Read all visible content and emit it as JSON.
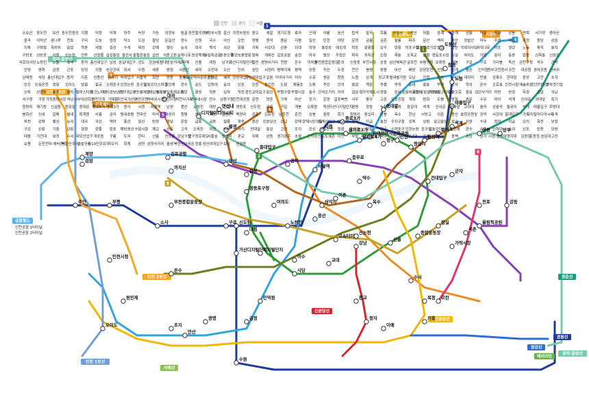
{
  "lines": [
    {
      "id": "1",
      "color": "#1e3a9a"
    },
    {
      "id": "2",
      "color": "#2e9c3a"
    },
    {
      "id": "3",
      "color": "#f08a1e"
    },
    {
      "id": "4",
      "color": "#31a4dd"
    },
    {
      "id": "5",
      "color": "#8a3dba"
    },
    {
      "id": "6",
      "color": "#b5651d"
    },
    {
      "id": "7",
      "color": "#6e7e1e"
    },
    {
      "id": "8",
      "color": "#e0336f"
    },
    {
      "id": "9",
      "color": "#c9a227"
    },
    {
      "id": "gyeongui",
      "color": "#76c9b0"
    },
    {
      "id": "airport",
      "color": "#5ab4e6"
    },
    {
      "id": "gyeongchun",
      "color": "#1f9c80"
    },
    {
      "id": "suin",
      "color": "#f2b705"
    },
    {
      "id": "uijeongbu",
      "color": "#f7941d"
    },
    {
      "id": "gyeonggang",
      "color": "#2e6fd6"
    },
    {
      "id": "incheon1",
      "color": "#6f9ed8"
    },
    {
      "id": "incheon2",
      "color": "#f5a623"
    },
    {
      "id": "sinbundang",
      "color": "#d7262b"
    },
    {
      "id": "ui",
      "color": "#b7c452"
    }
  ],
  "line_tags": [
    {
      "id": "tag-gyeongui",
      "text": "경의·중앙선",
      "color": "#76c9b0"
    },
    {
      "id": "tag-incheon2",
      "text": "인천 2호선",
      "color": "#f5a623"
    },
    {
      "id": "tag-gimpo",
      "text": "김포골드",
      "color": "#c8872a"
    },
    {
      "id": "tag-suin",
      "text": "수인분당",
      "color": "#f2b705"
    },
    {
      "id": "tag-uijeongbu",
      "text": "의정부",
      "color": "#f7941d"
    },
    {
      "id": "tag-airport",
      "text": "공항철도",
      "color": "#5ab4e6"
    },
    {
      "id": "tag-incheon1",
      "text": "인천 1호선",
      "color": "#6f9ed8"
    },
    {
      "id": "tag-gyeongchun",
      "text": "경춘선",
      "color": "#1f9c80"
    },
    {
      "id": "tag-gyeongui-bottom",
      "text": "경의·중앙선",
      "color": "#76c9b0"
    },
    {
      "id": "tag-gyeonggang",
      "text": "경강선",
      "color": "#2e6fd6"
    },
    {
      "id": "tag-sinbundang",
      "text": "신분당선",
      "color": "#d7262b"
    },
    {
      "id": "tag-suin-bottom",
      "text": "수인분당선",
      "color": "#f2b705"
    },
    {
      "id": "tag-incheon2-bottom",
      "text": "인천 2호선",
      "color": "#f5a623"
    },
    {
      "id": "tag-seohae",
      "text": "서해선",
      "color": "#8bc34a"
    },
    {
      "id": "tag-yongin",
      "text": "에버라인",
      "color": "#6ab04c"
    },
    {
      "id": "tag-line1-end",
      "text": "경원선",
      "color": "#1e3a9a"
    }
  ],
  "stations_transfer": [
    {
      "name": "서울역"
    },
    {
      "name": "시청"
    },
    {
      "name": "종로3가"
    },
    {
      "name": "동대문"
    },
    {
      "name": "동대문역사문화공원"
    },
    {
      "name": "을지로3가"
    },
    {
      "name": "을지로4가"
    },
    {
      "name": "충무로"
    },
    {
      "name": "약수"
    },
    {
      "name": "왕십리"
    },
    {
      "name": "청구"
    },
    {
      "name": "신당"
    },
    {
      "name": "건대입구"
    },
    {
      "name": "군자"
    },
    {
      "name": "잠실"
    },
    {
      "name": "종합운동장"
    },
    {
      "name": "선릉"
    },
    {
      "name": "강남"
    },
    {
      "name": "교대"
    },
    {
      "name": "사당"
    },
    {
      "name": "고속터미널"
    },
    {
      "name": "신논현"
    },
    {
      "name": "노량진"
    },
    {
      "name": "여의도"
    },
    {
      "name": "김포공항"
    },
    {
      "name": "홍대입구"
    },
    {
      "name": "공덕"
    },
    {
      "name": "합정"
    },
    {
      "name": "대림"
    },
    {
      "name": "신도림"
    },
    {
      "name": "가산디지털단지"
    },
    {
      "name": "금정"
    },
    {
      "name": "수원"
    },
    {
      "name": "구로"
    },
    {
      "name": "부평"
    },
    {
      "name": "주안"
    },
    {
      "name": "소사"
    },
    {
      "name": "부천종합운동장"
    },
    {
      "name": "연신내"
    },
    {
      "name": "불광"
    },
    {
      "name": "도봉산"
    },
    {
      "name": "창동"
    },
    {
      "name": "노원"
    },
    {
      "name": "태릉입구"
    },
    {
      "name": "석계"
    },
    {
      "name": "회기"
    },
    {
      "name": "청량리"
    },
    {
      "name": "상봉"
    },
    {
      "name": "망우"
    },
    {
      "name": "천호"
    },
    {
      "name": "강동"
    },
    {
      "name": "올림픽공원"
    },
    {
      "name": "복정"
    },
    {
      "name": "모란"
    },
    {
      "name": "수서"
    },
    {
      "name": "가락시장"
    },
    {
      "name": "석촌"
    },
    {
      "name": "이수"
    },
    {
      "name": "디지털미디어시티"
    },
    {
      "name": "대곡"
    },
    {
      "name": "계양"
    },
    {
      "name": "디지털단지"
    },
    {
      "name": "당산"
    },
    {
      "name": "영등포구청"
    },
    {
      "name": "까치산"
    },
    {
      "name": "온수"
    },
    {
      "name": "용산"
    },
    {
      "name": "삼각지"
    },
    {
      "name": "이촌"
    },
    {
      "name": "옥수"
    },
    {
      "name": "정자"
    },
    {
      "name": "판교"
    },
    {
      "name": "이매"
    },
    {
      "name": "인덕원"
    },
    {
      "name": "오이도"
    },
    {
      "name": "초지"
    },
    {
      "name": "원인재"
    },
    {
      "name": "인천시청"
    },
    {
      "name": "검암"
    },
    {
      "name": "기흥"
    },
    {
      "name": "광명"
    },
    {
      "name": "안산"
    }
  ],
  "stations_regular": [
    "소요산",
    "동두천",
    "보산",
    "동두천중앙",
    "지행",
    "덕정",
    "덕계",
    "양주",
    "녹양",
    "가능",
    "의정부",
    "범골",
    "경전철의정부",
    "의정부시청",
    "흥선",
    "의정부중앙",
    "동오",
    "새말",
    "경기도청",
    "효자",
    "곤제",
    "어룡",
    "송산",
    "탑석",
    "발곡",
    "회룡",
    "망월사",
    "수락산",
    "마들",
    "중계",
    "하계",
    "공릉",
    "먹골",
    "중화",
    "상봉",
    "면목",
    "사가정",
    "용마산",
    "중곡",
    "아차산",
    "광나루",
    "천호",
    "구리",
    "도농",
    "양정",
    "덕소",
    "도심",
    "팔당",
    "운길산",
    "양수",
    "신원",
    "국수",
    "아신",
    "오빈",
    "양평",
    "원덕",
    "용문",
    "지평",
    "일산",
    "탄현",
    "야당",
    "운정",
    "금릉",
    "금촌",
    "월롱",
    "파주",
    "문산",
    "백마",
    "풍산",
    "정발산",
    "마두",
    "주엽",
    "대화",
    "화정",
    "원당",
    "삼송",
    "지축",
    "구파발",
    "독바위",
    "응암",
    "역촌",
    "새절",
    "증산",
    "수색",
    "화전",
    "강매",
    "행신",
    "능곡",
    "대곡",
    "백석",
    "곡산",
    "원흥",
    "가좌",
    "서강대",
    "신촌",
    "이대",
    "아현",
    "충정로",
    "애오개",
    "마포",
    "광흥창",
    "상수",
    "망원",
    "마포구청",
    "월드컵경기장",
    "합정",
    "당산",
    "국회의사당",
    "여의나루",
    "마포",
    "샛강",
    "노들",
    "흑석",
    "동작",
    "구반포",
    "신반포",
    "사평",
    "신논현",
    "언주",
    "선정릉",
    "삼성중앙",
    "봉은사",
    "종합운동장",
    "삼전",
    "석촌고분",
    "송파나루",
    "한성백제",
    "올림픽공원",
    "둔촌오륜",
    "중앙보훈병원",
    "방화",
    "개화산",
    "김포공항",
    "송정",
    "마곡",
    "발산",
    "우장산",
    "화곡",
    "까치산",
    "신정",
    "목동",
    "오목교",
    "양평",
    "영등포시장",
    "신길",
    "여의도",
    "가양",
    "증미",
    "등촌",
    "염창",
    "신목동",
    "선유도",
    "국회의사당",
    "노량진",
    "노들",
    "흑석",
    "동작",
    "총신대입구",
    "남성",
    "숭실대입구",
    "상도",
    "장승배기",
    "신대방삼거리",
    "보라매",
    "신풍",
    "대림",
    "남구로",
    "가산디지털단지",
    "철산",
    "광명사거리",
    "천왕",
    "온수",
    "까치울",
    "부천종합운동장",
    "춘의",
    "신중동",
    "부천시청",
    "상동",
    "삼산체육관",
    "굴포천",
    "부평구청",
    "오류동",
    "개봉",
    "구일",
    "구로",
    "가리봉",
    "독산",
    "금천구청",
    "석수",
    "관악",
    "안양",
    "명학",
    "금정",
    "군포",
    "당정",
    "의왕",
    "성균관대",
    "화서",
    "수원",
    "세류",
    "병점",
    "서동탄",
    "세마",
    "오산대",
    "오산",
    "진위",
    "송탄",
    "서정리",
    "평택지제",
    "평택",
    "성환",
    "직산",
    "두정",
    "천안",
    "봉명",
    "쌍용",
    "아산",
    "배방",
    "온양온천",
    "신창",
    "범계",
    "평촌",
    "인덕원",
    "정부과천청사",
    "과천",
    "대공원",
    "경마공원",
    "선바위",
    "남태령",
    "사당",
    "총신대입구",
    "동작",
    "이촌",
    "신용산",
    "삼각지",
    "숙대입구",
    "서울역",
    "회현",
    "명동",
    "충무로",
    "동대문역사문화공원",
    "동대문",
    "혜화",
    "한성대입구",
    "성신여대입구",
    "길음",
    "미아사거리",
    "미아",
    "수유",
    "쌍문",
    "창동",
    "노원",
    "상계",
    "당고개",
    "별내별가람",
    "오남",
    "진접",
    "산본",
    "수리산",
    "대야미",
    "반월",
    "상록수",
    "한대앞",
    "중앙",
    "고잔",
    "초지",
    "안산",
    "신길온천",
    "정왕",
    "오이도",
    "달월",
    "월곶",
    "소래포구",
    "인천논현",
    "호구포",
    "남동인더스파크",
    "원인재",
    "연수",
    "송도",
    "인하대",
    "숭의",
    "신포",
    "인천",
    "동인천",
    "도원",
    "제물포",
    "도화",
    "주안",
    "간석",
    "동암",
    "백운",
    "부평",
    "부개",
    "송내",
    "중동",
    "부천",
    "소사",
    "역곡",
    "온수",
    "오류동",
    "인천시청",
    "예술회관",
    "인천터미널",
    "문학경기장",
    "선학",
    "신연수",
    "동춘",
    "동막",
    "캠퍼스타운",
    "테크노파크",
    "지식정보단지",
    "인천대입구",
    "센트럴파크",
    "국제업무지구",
    "송도달빛축제공원",
    "계양",
    "귤현",
    "박촌",
    "임학",
    "작전",
    "경인교대입구",
    "갈산",
    "부평구청",
    "부평시장",
    "동수",
    "간석오거리",
    "아라",
    "검암",
    "청라국제도시",
    "영종",
    "운서",
    "공항화물청사",
    "인천공항1터미널",
    "인천공항2터미널",
    "검단오류",
    "왕길",
    "검단사거리",
    "마전",
    "완정",
    "독정",
    "검암",
    "석남",
    "서구청",
    "가정",
    "가정중앙시장",
    "석남",
    "서부여성회관",
    "인천가좌",
    "가재울",
    "주안국가산단",
    "시민공원",
    "석바위시장",
    "인천시청",
    "석천사거리",
    "모래내시장",
    "만수",
    "남동구청",
    "인천대공원",
    "운연",
    "양촌",
    "구래",
    "마산",
    "장기",
    "운양",
    "걸포북변",
    "사우",
    "풍무",
    "고촌",
    "김포공항",
    "개화",
    "방화",
    "도봉",
    "방학",
    "쌍문",
    "수유",
    "미아",
    "석계",
    "신이문",
    "외대앞",
    "회기",
    "청량리",
    "제기동",
    "신설동",
    "동묘앞",
    "동대문",
    "종로5가",
    "종로3가",
    "종각",
    "시청",
    "서울역",
    "남영",
    "용산",
    "노량진",
    "대방",
    "신길",
    "영등포",
    "신도림",
    "구로",
    "구일",
    "개봉",
    "오류동",
    "독산",
    "가산디지털단지",
    "광명",
    "창동",
    "녹천",
    "월계",
    "광운대",
    "석계",
    "신이문",
    "외대앞",
    "고려대",
    "월곡",
    "상월곡",
    "돌곶이",
    "석계",
    "태릉입구",
    "화랑대",
    "봉화산",
    "신내",
    "갈매",
    "별내",
    "퇴계원",
    "사릉",
    "금곡",
    "평내호평",
    "천마산",
    "마석",
    "대성리",
    "청평",
    "상천",
    "가평",
    "굴봉산",
    "백양리",
    "강촌",
    "김유정",
    "남춘천",
    "춘천",
    "상봉",
    "중랑",
    "회기",
    "청량리",
    "왕십리",
    "응봉",
    "옥수",
    "한남",
    "서빙고",
    "이촌",
    "용산",
    "효창공원앞",
    "공덕",
    "서강대",
    "홍대입구",
    "가좌",
    "디지털미디어시티",
    "수색",
    "화전",
    "강매",
    "행신",
    "능곡",
    "대곡",
    "곡산",
    "백마",
    "풍산",
    "일산",
    "탄현",
    "야당",
    "운정",
    "금릉",
    "금촌",
    "월롱",
    "파주",
    "문산",
    "신분당선",
    "강남",
    "양재",
    "양재시민의숲",
    "청계산입구",
    "판교",
    "정자",
    "미금",
    "동천",
    "수지구청",
    "성복",
    "상현",
    "광교중앙",
    "광교",
    "서현",
    "수내",
    "정자",
    "미금",
    "오리",
    "죽전",
    "보정",
    "구성",
    "신갈",
    "기흥",
    "상갈",
    "청명",
    "영통",
    "망포",
    "매탄권선",
    "수원시청",
    "매교",
    "수원",
    "고색",
    "오목천",
    "어천",
    "야목",
    "사리",
    "한대앞",
    "중앙",
    "고잔",
    "초지",
    "안산",
    "신길온천",
    "정왕",
    "오이도",
    "달월",
    "월곶",
    "소래포구",
    "인천논현",
    "호구포",
    "남동인더스파크",
    "원인재",
    "연수",
    "송도",
    "인하대",
    "숭의",
    "신포",
    "인천",
    "모란",
    "태평",
    "가천대",
    "복정",
    "수서",
    "대모산입구",
    "개포동",
    "구룡",
    "도곡",
    "한티",
    "선릉",
    "선정릉",
    "강남구청",
    "압구정로데오",
    "서울숲",
    "왕십리",
    "판교",
    "이매",
    "삼동",
    "경기광주",
    "초월",
    "곤지암",
    "신둔도예촌",
    "이천",
    "부발",
    "세종대왕릉",
    "여주",
    "기흥",
    "강남대",
    "지석",
    "어정",
    "동백",
    "초당",
    "삼가",
    "시청·용인대",
    "명지대",
    "김량장",
    "운동장·송담대",
    "고진",
    "보평",
    "둔전",
    "전대·에버랜드",
    "북한산우이",
    "솔밭공원",
    "4.19민주묘지",
    "가오리",
    "화계",
    "삼양",
    "삼양사거리",
    "솔샘",
    "북한산보국문",
    "정릉",
    "성신여대입구",
    "보문",
    "신설동"
  ],
  "badges": [
    {
      "id": "b1",
      "text": "1",
      "color": "#1e3a9a"
    },
    {
      "id": "b2",
      "text": "2",
      "color": "#2e9c3a"
    },
    {
      "id": "b3",
      "text": "3",
      "color": "#f08a1e"
    },
    {
      "id": "b4",
      "text": "4",
      "color": "#31a4dd"
    },
    {
      "id": "b5",
      "text": "5",
      "color": "#8a3dba"
    },
    {
      "id": "b6",
      "text": "6",
      "color": "#b5651d"
    },
    {
      "id": "b7",
      "text": "7",
      "color": "#6e7e1e"
    },
    {
      "id": "b8",
      "text": "8",
      "color": "#e0336f"
    },
    {
      "id": "b9",
      "text": "9",
      "color": "#c9a227"
    }
  ],
  "legend_top": {
    "items": [
      "인천",
      "경기",
      "서울"
    ]
  },
  "airport_labels": [
    {
      "text": "인천공항 1터미널"
    },
    {
      "text": "인천공항 2터미널"
    }
  ],
  "map_title": ""
}
